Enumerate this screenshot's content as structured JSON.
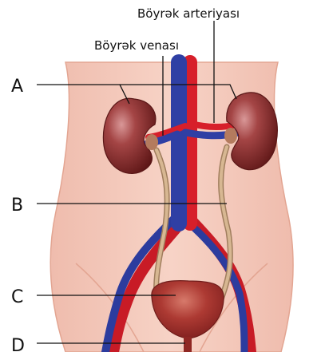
{
  "labels": {
    "renal_artery": "Böyrək arteriyası",
    "renal_vein": "Böyrək venası",
    "A": "A",
    "B": "B",
    "C": "C",
    "D": "D"
  },
  "colors": {
    "skin": "#f2c3b4",
    "skin_outline": "#e7a895",
    "kidney": "#7a2323",
    "kidney_highlight": "#c77777",
    "artery": "#d71f2a",
    "vein": "#2f3fa4",
    "ureter": "#c9a27e",
    "bladder": "#9a2d2a",
    "leader_line": "#111111"
  }
}
